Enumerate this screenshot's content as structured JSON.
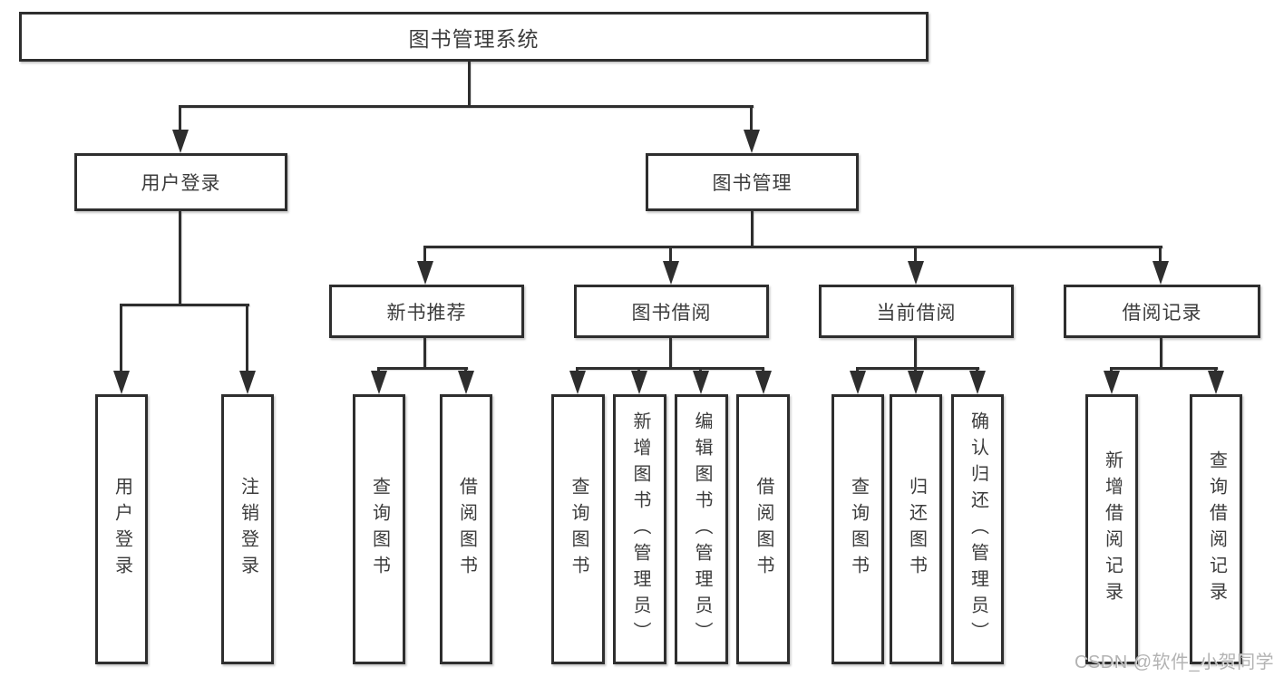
{
  "diagram": {
    "root": {
      "label": "图书管理系统"
    },
    "level2": [
      {
        "label": "用户登录"
      },
      {
        "label": "图书管理"
      }
    ],
    "level3": [
      {
        "label": "新书推荐"
      },
      {
        "label": "图书借阅"
      },
      {
        "label": "当前借阅"
      },
      {
        "label": "借阅记录"
      }
    ],
    "leaves": {
      "user_login": [
        "用户登录",
        "注销登录"
      ],
      "new_book_recommend": [
        "查询图书",
        "借阅图书"
      ],
      "book_borrow": [
        "查询图书",
        "新增图书（管理员）",
        "编辑图书（管理员）",
        "借阅图书"
      ],
      "current_borrow": [
        "查询图书",
        "归还图书",
        "确认归还（管理员）"
      ],
      "borrow_record": [
        "新增借阅记录",
        "查询借阅记录"
      ]
    },
    "watermark": "CSDN @软件_小贺同学",
    "colors": {
      "line": "#2e2e2e",
      "text": "#3c3c3c",
      "watermark": "#b3b3b3",
      "background": "#ffffff"
    }
  }
}
